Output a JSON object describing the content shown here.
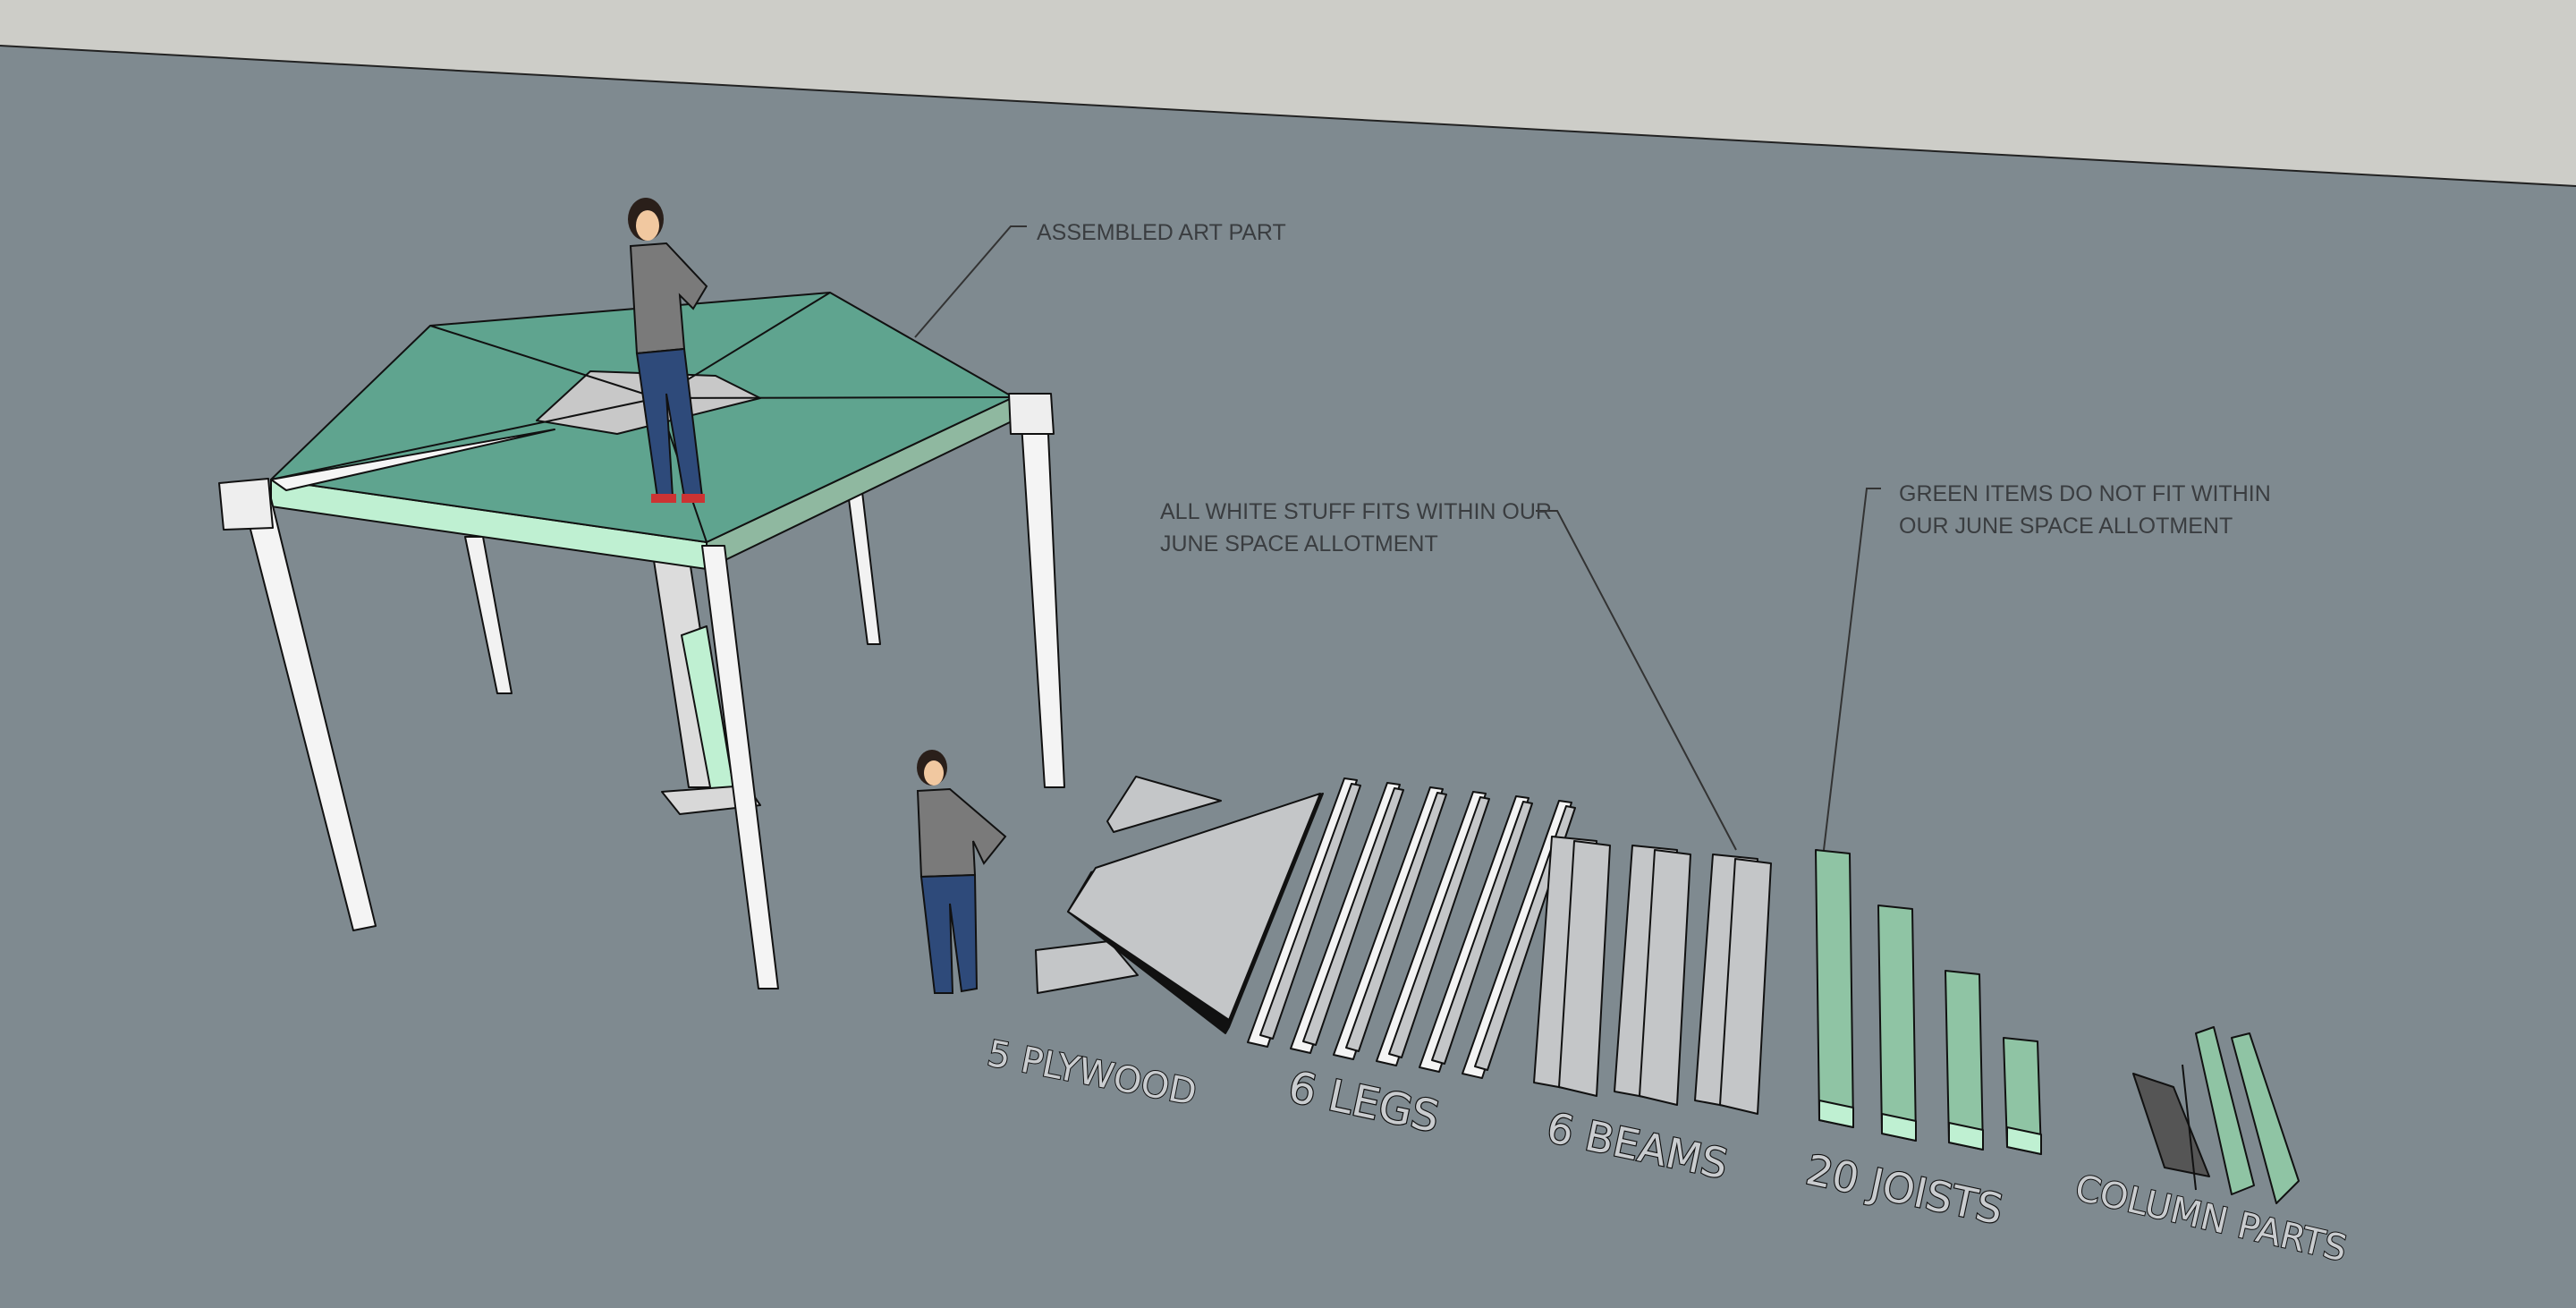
{
  "viewport": {
    "sky_color": "#cdcdc8",
    "ground_color": "#7f8a90"
  },
  "annotations": {
    "assembled": "ASSEMBLED ART PART",
    "white_line1": "ALL WHITE STUFF FITS WITHIN OUR",
    "white_line2": "JUNE SPACE ALLOTMENT",
    "green_line1": "GREEN ITEMS DO NOT FIT WITHIN",
    "green_line2": "OUR JUNE SPACE ALLOTMENT"
  },
  "part_labels": {
    "plywood": "5 PLYWOOD",
    "legs": "6 LEGS",
    "beams": "6 BEAMS",
    "joists": "20 JOISTS",
    "column": "COLUMN PARTS"
  },
  "colors": {
    "panel_green": "#5fa48f",
    "light_green": "#bff0d2",
    "joist_green": "#8fc4a4",
    "white_part": "#f4f4f4",
    "gray_part": "#c4c6c8"
  }
}
